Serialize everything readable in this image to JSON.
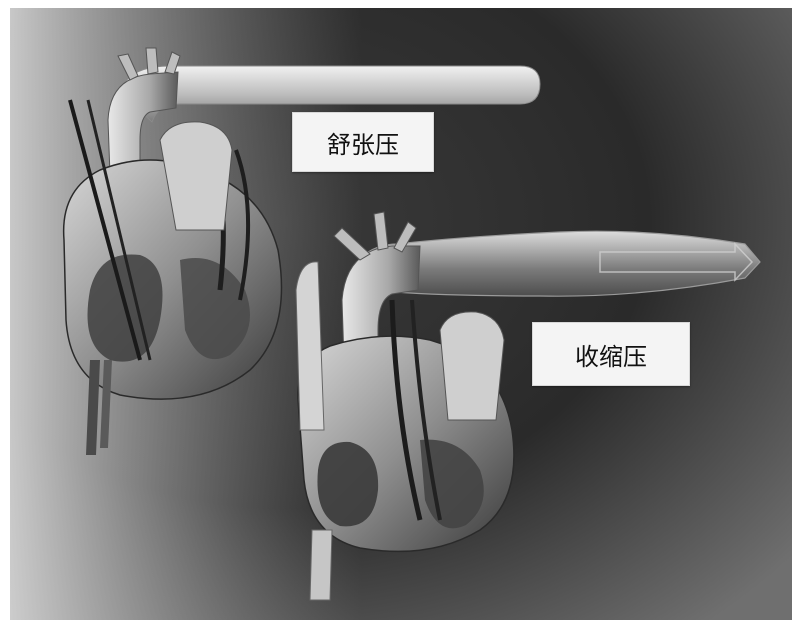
{
  "labels": {
    "diastolic": "舒张压",
    "systolic": "收缩压"
  },
  "icons": [
    "heart-diastole-illustration",
    "heart-systole-illustration",
    "artery-tube-narrow",
    "artery-tube-expanded",
    "flow-arrow-icon"
  ],
  "colors": {
    "background_dark": "#2a2a2a",
    "background_light": "#bdbdbd",
    "tissue_light": "#cfcfcf",
    "tissue_dark": "#3b3b3b",
    "label_bg": "#f4f4f4"
  }
}
